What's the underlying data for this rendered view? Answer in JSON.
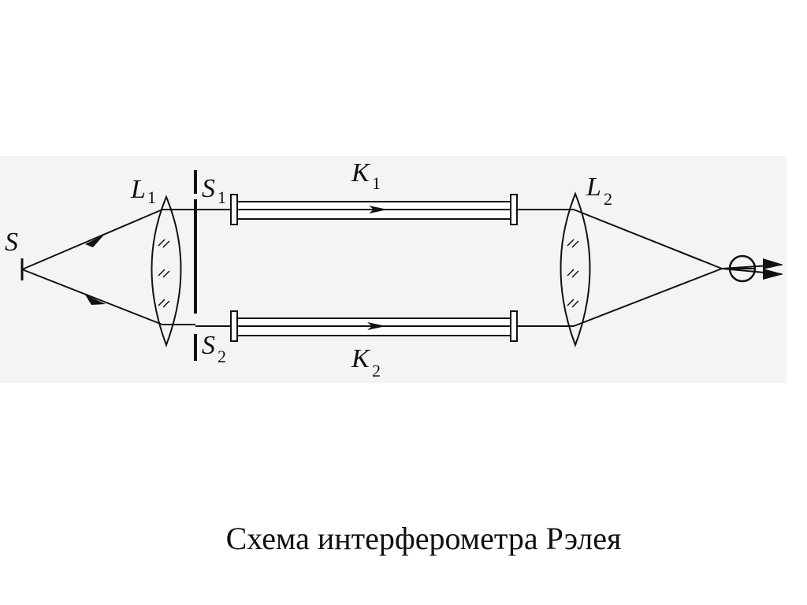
{
  "labels": {
    "source": "S",
    "lens1": "L",
    "lens1_sub": "1",
    "lens2": "L",
    "lens2_sub": "2",
    "slit1": "S",
    "slit1_sub": "1",
    "slit2": "S",
    "slit2_sub": "2",
    "tube1": "K",
    "tube1_sub": "1",
    "tube2": "K",
    "tube2_sub": "2"
  },
  "caption": "Схема интерферометра Рэлея",
  "colors": {
    "line": "#111111",
    "panel": "#f4f4f4",
    "tube_fill": "#ffffff"
  },
  "icons": {
    "observer": "eye-icon"
  }
}
